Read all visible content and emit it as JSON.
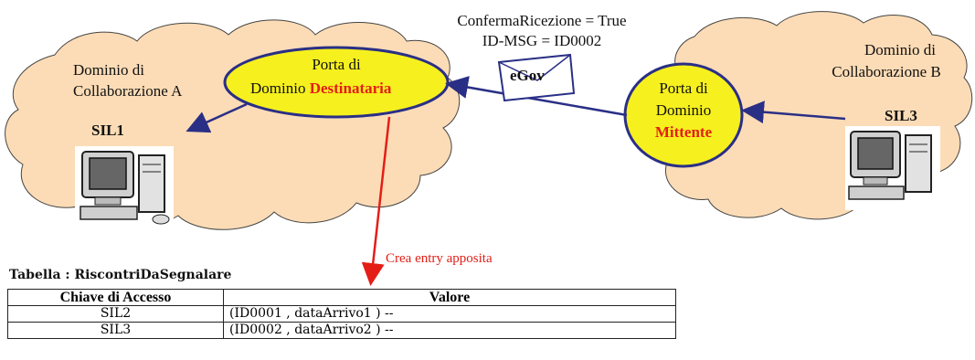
{
  "message": {
    "line1": "ConfermaRicezione = True",
    "line2": "ID-MSG = ID0002",
    "envelope_label": "eGov"
  },
  "domain_a": {
    "title_line1": "Dominio di",
    "title_line2": "Collaborazione A",
    "port_line1": "Porta di",
    "port_line2": "Dominio",
    "port_role": "Destinataria",
    "sil_label": "SIL1"
  },
  "domain_b": {
    "title_line1": "Dominio di",
    "title_line2": "Collaborazione B",
    "port_line1": "Porta di",
    "port_line2": "Dominio",
    "port_role": "Mittente",
    "sil_label": "SIL3"
  },
  "annotation": "Crea entry apposita",
  "table": {
    "title": "Tabella : RiscontriDaSegnalare",
    "headers": [
      "Chiave di Accesso",
      "Valore"
    ],
    "rows": [
      [
        "SIL2",
        "(ID0001 , dataArrivo1 ) --"
      ],
      [
        "SIL3",
        "(ID0002 , dataArrivo2 ) --"
      ]
    ]
  },
  "colors": {
    "cloud": "#fcdcb6",
    "port": "#f6f01e",
    "arrow": "#2a2f86",
    "accent": "#e41e16"
  }
}
